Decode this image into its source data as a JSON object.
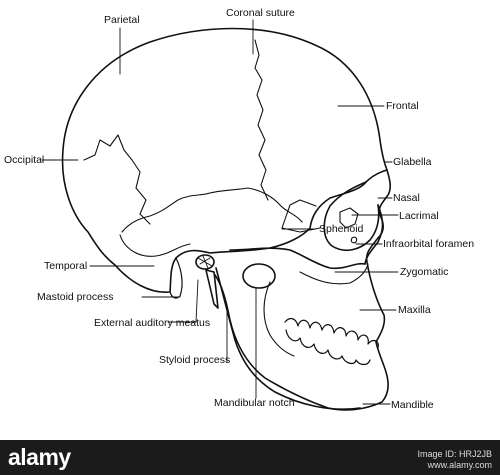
{
  "labels": {
    "parietal": "Parietal",
    "coronal_suture": "Coronal suture",
    "frontal": "Frontal",
    "glabella": "Glabella",
    "nasal": "Nasal",
    "lacrimal": "Lacrimal",
    "sphenoid": "Sphenoid",
    "infraorbital_foramen": "Infraorbital foramen",
    "zygomatic": "Zygomatic",
    "maxilla": "Maxilla",
    "mandible": "Mandible",
    "occipital": "Occipital",
    "temporal": "Temporal",
    "mastoid_process": "Mastoid process",
    "external_auditory_meatus": "External auditory meatus",
    "styloid_process": "Styloid process",
    "mandibular_notch": "Mandibular notch"
  },
  "footer": {
    "brand": "alamy",
    "image_id_line": "Image ID: HRJ2JB",
    "site": "www.alamy.com"
  },
  "colors": {
    "ink": "#111111",
    "footer_bg": "#1b1b1b",
    "footer_text": "#ffffff"
  }
}
